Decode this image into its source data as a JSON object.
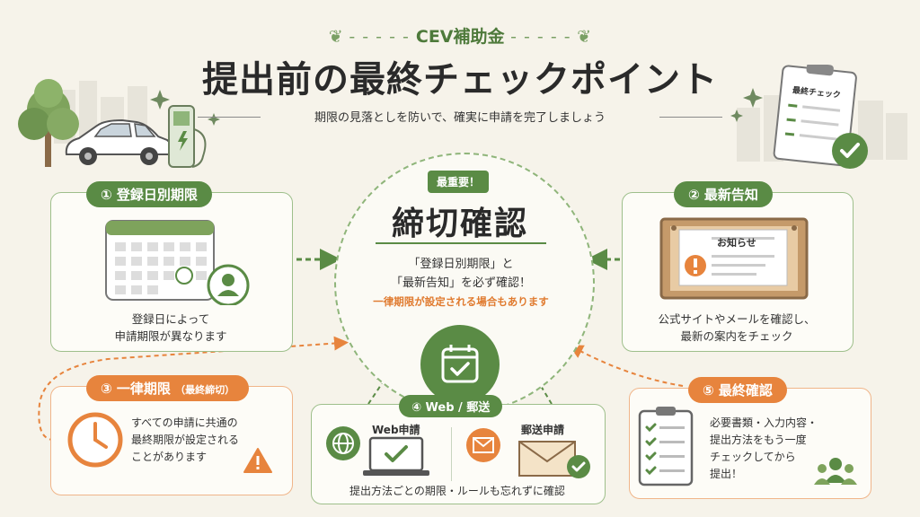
{
  "header": {
    "tag": "CEV補助金",
    "title": "提出前の最終チェックポイント",
    "subtitle": "期限の見落としを防いで、確実に申請を完了しましょう"
  },
  "checklist_board": {
    "label": "最終チェック"
  },
  "center": {
    "badge": "最重要！",
    "title": "締切確認",
    "line1": "「登録日別期限」と",
    "line2": "「最新告知」を必ず確認！",
    "note": "一律期限が設定される場合もあります"
  },
  "cards": {
    "registration": {
      "label": "① 登録日別期限",
      "line1": "登録日によって",
      "line2": "申請期限が異なります"
    },
    "announcement": {
      "label": "② 最新告知",
      "notice_title": "お知らせ",
      "line1": "公式サイトやメールを確認し、",
      "line2": "最新の案内をチェック"
    },
    "uniform": {
      "label": "③ 一律期限",
      "label_sub": "（最終締切）",
      "line1": "すべての申請に共通の",
      "line2": "最終期限が設定される",
      "line3": "ことがあります"
    },
    "web_mail": {
      "label": "④ Web / 郵送",
      "web_label": "Web申請",
      "mail_label": "郵送申請",
      "footer": "提出方法ごとの期限・ルールも忘れずに確認"
    },
    "final": {
      "label": "⑤ 最終確認",
      "line1": "必要書類・入力内容・",
      "line2": "提出方法をもう一度",
      "line3": "チェックしてから",
      "line4": "提出！"
    }
  },
  "colors": {
    "green": "#5a8b45",
    "orange": "#e7843d",
    "background": "#f6f3ea"
  }
}
